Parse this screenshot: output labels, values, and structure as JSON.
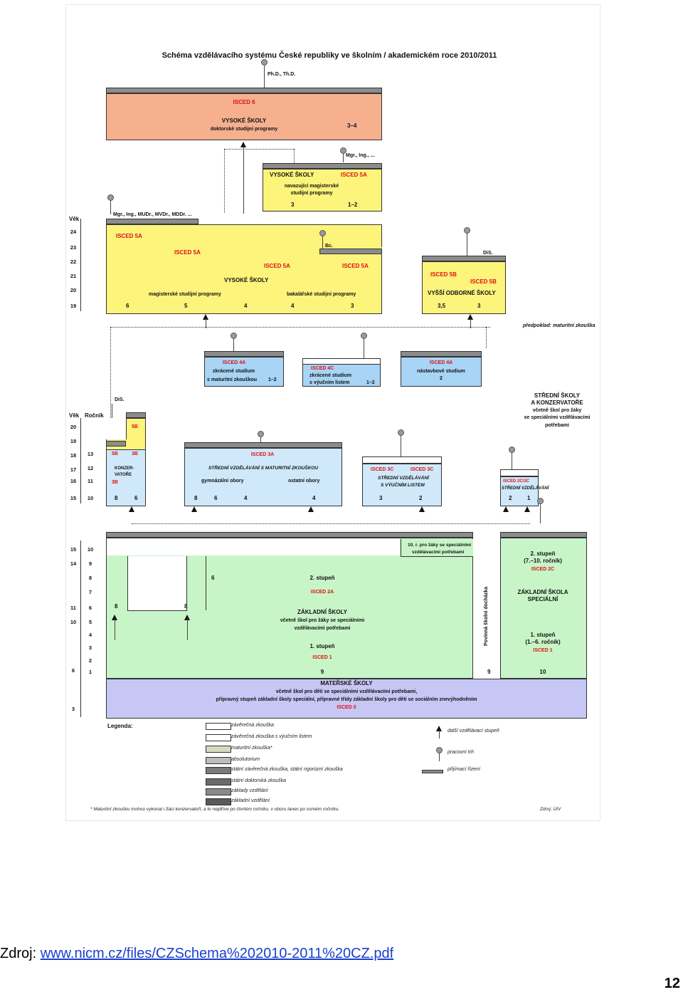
{
  "title": "Schéma vzdělávacího systému České republiky ve školním / akademickém roce 2010/2011",
  "top_label": "Ph.D., Th.D.",
  "axis": {
    "vek_label": "Věk",
    "rocnik_label": "Ročník",
    "upper_ages": [
      "24",
      "23",
      "22",
      "21",
      "20",
      "19"
    ],
    "mid_ages": [
      "20",
      "19",
      "18",
      "17",
      "16",
      "15"
    ],
    "mid_grades": [
      "13",
      "12",
      "11",
      "10"
    ],
    "lower_ages": [
      "15",
      "14",
      "11",
      "10",
      "6",
      "3"
    ],
    "lower_grades": [
      "10",
      "9",
      "8",
      "7",
      "6",
      "5",
      "4",
      "3",
      "2",
      "1"
    ]
  },
  "doctoral": {
    "isced": "ISCED 6",
    "name": "VYSOKÉ ŠKOLY",
    "sub": "doktorské studijní programy",
    "years": "3–4"
  },
  "navazujici": {
    "degree": "Mgr., Ing., ...",
    "name": "VYSOKÉ ŠKOLY",
    "isced": "ISCED 5A",
    "sub1": "navazující magisterské",
    "sub2": "studijní programy",
    "y1": "3",
    "y2": "1–2"
  },
  "university": {
    "degree": "Mgr., Ing., MUDr., MVDr., MDDr. ...",
    "bc": "Bc.",
    "isced_a": "ISCED 5A",
    "isced_b": "ISCED 5A",
    "isced_c": "ISCED 5A",
    "isced_d": "ISCED 5A",
    "name": "VYSOKÉ ŠKOLY",
    "mag": "magisterské studijní programy",
    "bak": "bakalářské studijní programy",
    "years": [
      "6",
      "5",
      "4",
      "4",
      "3"
    ]
  },
  "vos": {
    "dis": "DiS.",
    "isced1": "ISCED 5B",
    "isced2": "ISCED 5B",
    "name": "VYŠŠÍ ODBORNÉ ŠKOLY",
    "years": [
      "3,5",
      "3"
    ]
  },
  "predpoklad": "předpoklad: maturitní zkouška",
  "zkracene_mat": {
    "isced": "ISCED 4A",
    "l1": "zkrácené studium",
    "l2": "s maturitní zkouškou",
    "y": "1–2"
  },
  "zkracene_vyuc": {
    "isced": "ISCED 4C",
    "l1": "zkrácené studium",
    "l2": "s výučním listem",
    "y": "1–2"
  },
  "nastavbove": {
    "isced": "ISCED 4A",
    "l1": "nástavbové studium",
    "y": "2"
  },
  "konz_right": {
    "l1": "STŘEDNÍ ŠKOLY",
    "l2": "A KONZERVATOŘE",
    "l3": "včetně škol pro žáky",
    "l4": "se speciálními vzdělávacími",
    "l5": "potřebami"
  },
  "konzervatore": {
    "dis": "DiS.",
    "i5b1": "5B",
    "i5b2": "5B",
    "i3b1": "3B",
    "i3b2": "3B",
    "name1": "KONZER-",
    "name2": "VATOŘE",
    "y1": "8",
    "y2": "6"
  },
  "ss_maturita": {
    "isced": "ISCED 3A",
    "name": "STŘEDNÍ VZDĚLÁVÁNÍ S MATURITNÍ ZKOUŠKOU",
    "g": "gymnázální obory",
    "o": "ostatní obory",
    "years": [
      "8",
      "6",
      "4",
      "4"
    ]
  },
  "ss_vyuc": {
    "isced1": "ISCED 3C",
    "isced2": "ISCED 3C",
    "l1": "STŘEDNÍ VZDĚLÁVÁNÍ",
    "l2": "S VÝUČNÍM LISTEM",
    "years": [
      "3",
      "2"
    ]
  },
  "ss_spec": {
    "isced": "ISCED 2C/3C",
    "name": "STŘEDNÍ VZDĚLÁVÁNÍ",
    "years": [
      "2",
      "1"
    ]
  },
  "zs": {
    "r10": "10. r. pro žáky se speciálními",
    "r10b": "vzdělávacími potřebami",
    "stupen2": "2. stupeň",
    "isced2a": "ISCED 2A",
    "name": "ZÁKLADNÍ ŠKOLY",
    "sub1": "včetně škol pro žáky se speciálními",
    "sub2": "vzdělávacími potřebami",
    "stupen1": "1. stupeň",
    "isced1": "ISCED 1",
    "y8a": "8",
    "y8b": "8",
    "y6": "6",
    "y9": "9"
  },
  "povinna": "Povinná školní docházka",
  "povinna_y": "9",
  "zs_spec": {
    "s2": "2. stupeň",
    "s2r": "(7.–10. ročník)",
    "isced2c": "ISCED 2C",
    "name1": "ZÁKLADNÍ ŠKOLA",
    "name2": "SPECIÁLNÍ",
    "s1": "1. stupeň",
    "s1r": "(1.–6. ročník)",
    "isced1": "ISCED 1",
    "y": "10"
  },
  "ms": {
    "name": "MATEŘSKÉ ŠKOLY",
    "l1": "včetně škol pro děti se speciálními vzdělávacími potřebami,",
    "l2": "přípravný stupeň základní školy speciální, přípravné třídy základní školy pro děti se sociálním znevýhodněním",
    "isced": "ISCED 0"
  },
  "legend": {
    "title": "Legenda:",
    "items": [
      "závěrečná zkouška",
      "závěrečná zkouška s výučním listem",
      "maturitní zkouška*",
      "absolutorium",
      "státní závěrečná zkouška, státní rigorózní zkouška",
      "státní doktorská zkouška",
      "základy vzdělání",
      "základní vzdělání"
    ],
    "right": [
      "další vzdělávací stupeň",
      "pracovní trh",
      "přijímací řízení"
    ],
    "note": "* Maturitní zkoušku mohou vykonat i žáci konzervatoří, a to nejdříve po čtvrtém ročníku, v oboru tanec po osmém ročníku.",
    "source": "Zdroj: ÚIV"
  },
  "colors": {
    "doctoral": "#f6b08e",
    "university": "#fdf47c",
    "secondary": "#cfe9fb",
    "basic": "#c8f5c8",
    "preschool": "#c7c7f5",
    "isced": "#e01010"
  },
  "footer": {
    "prefix": "Zdroj: ",
    "link": "www.nicm.cz/files/CZSchema%202010-2011%20CZ.pdf",
    "page": "12"
  }
}
